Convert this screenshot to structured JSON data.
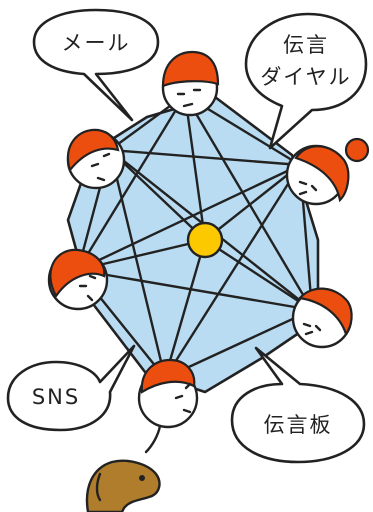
{
  "colors": {
    "network_fill": "#b9dcf2",
    "hub": "#fcc800",
    "hair": "#ec4e10",
    "dog": "#b07d2c",
    "ink": "#222222"
  },
  "bubbles": {
    "mail": "メール",
    "dial_line1": "伝言",
    "dial_line2": "ダイヤル",
    "sns": "SNS",
    "board": "伝言板"
  },
  "figures": {
    "people": [
      "person-top",
      "person-upper-left",
      "person-upper-right",
      "person-middle-left",
      "person-lower-right",
      "person-bottom"
    ],
    "animal": "dog",
    "hub_icon": "yellow-hub-circle"
  }
}
